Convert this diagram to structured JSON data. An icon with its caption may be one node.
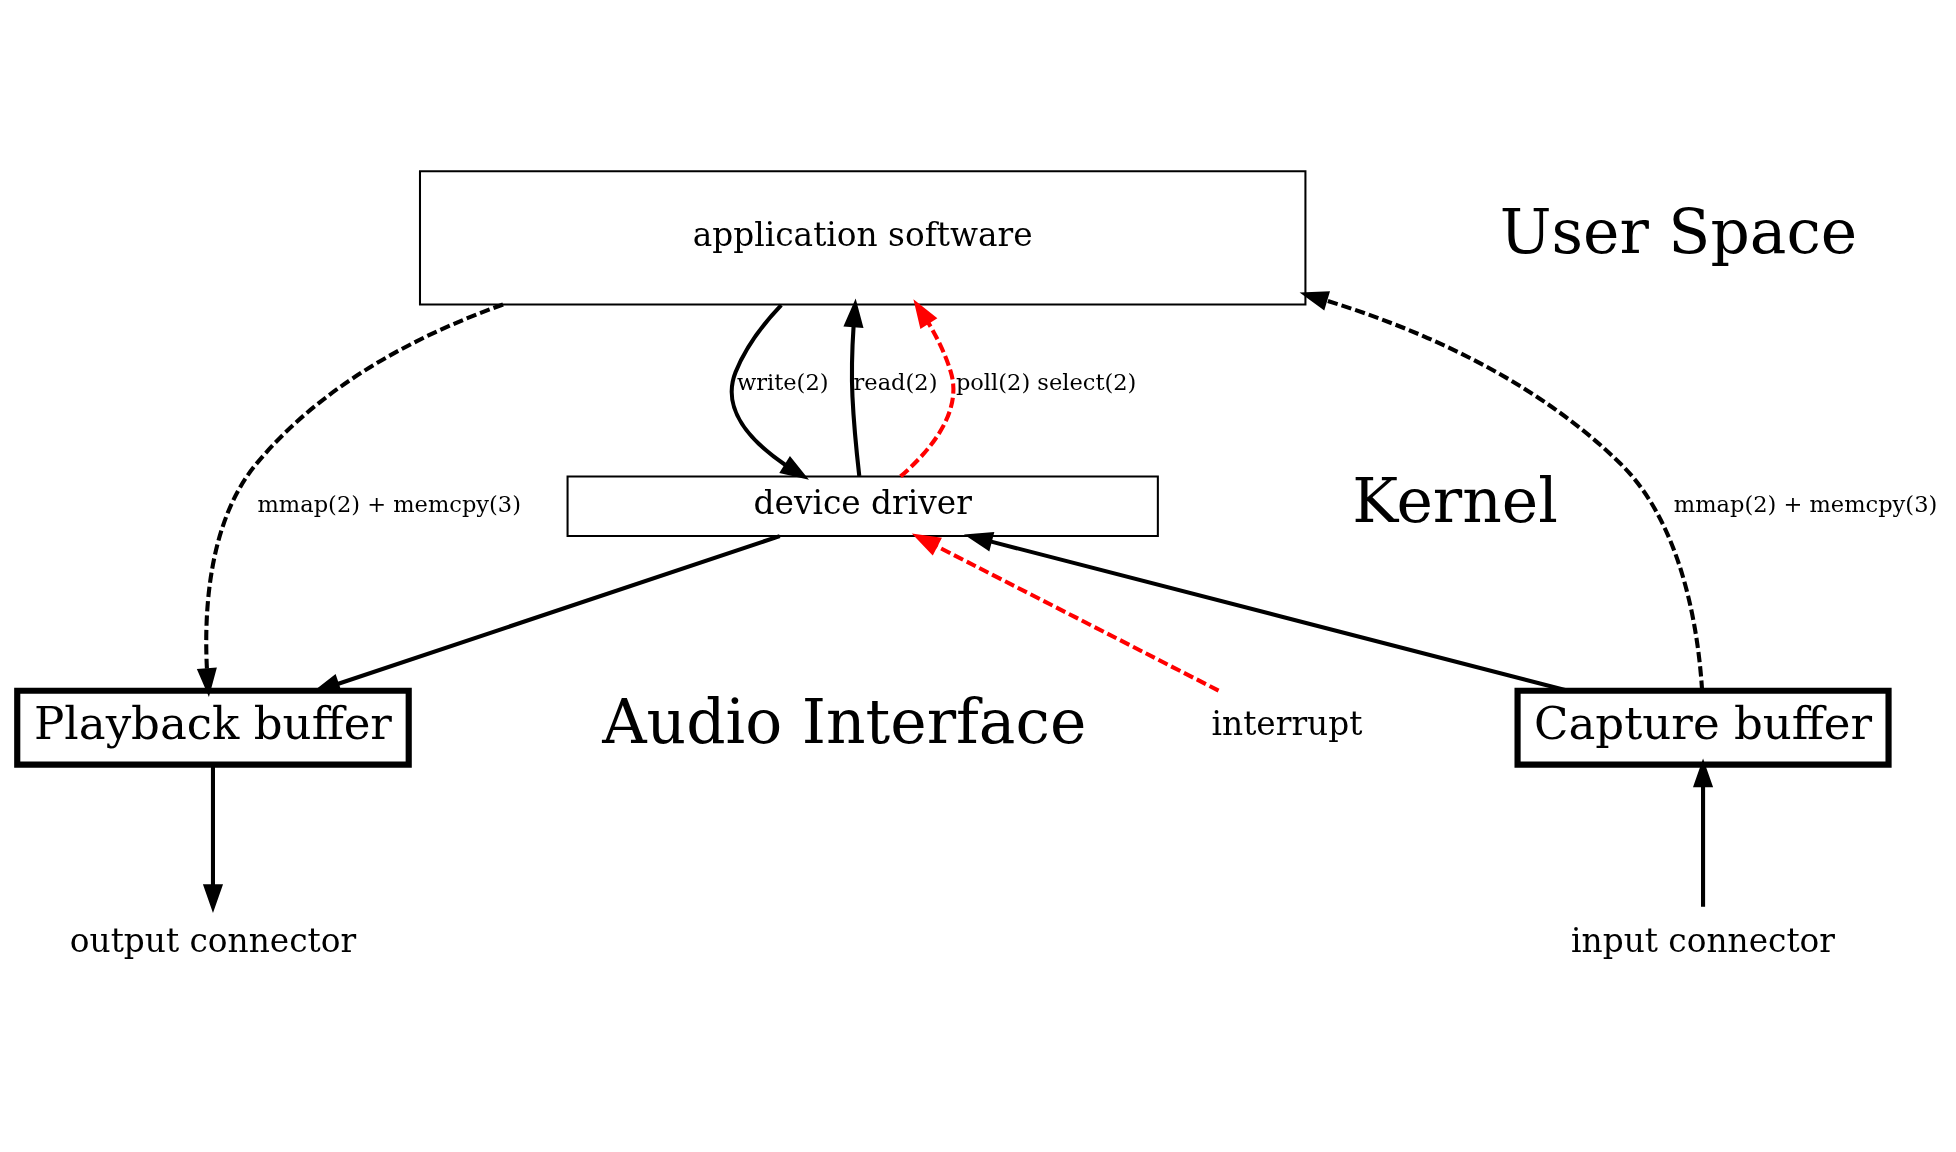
{
  "diagram": {
    "nodes": [
      {
        "text": [
          "application software"
        ]
      },
      {
        "text": [
          "device driver"
        ]
      },
      {
        "text": [
          "Capture buffer"
        ]
      },
      {
        "text": [
          "Playback buffer"
        ]
      },
      {
        "text": [
          "input connector"
        ]
      },
      {
        "text": [
          "output connector"
        ]
      },
      {
        "text": [
          "interrupt"
        ]
      }
    ],
    "edges": [
      {
        "from": 2,
        "to": 0,
        "arrow": "to",
        "label": "mmap(2) + memcpy(3)",
        "style": "dashed"
      },
      {
        "from": 1,
        "to": 0,
        "arrow": "to",
        "label": "read(2)"
      },
      {
        "from": 1,
        "to": 0,
        "arrow": "to",
        "label": "poll(2) select(2)",
        "style": "dashed",
        "color": "#ff0000"
      },
      {
        "from": 0,
        "to": 1,
        "arrow": "to",
        "label": "write(2)"
      },
      {
        "from": 0,
        "to": 3,
        "arrow": "to",
        "label": "mmap(2) + memcpy(3)",
        "style": "dashed"
      },
      {
        "from": 2,
        "to": 1,
        "arrow": "to"
      },
      {
        "from": 1,
        "to": 3,
        "arrow": "to"
      },
      {
        "from": 6,
        "to": 1,
        "arrow": "to",
        "style": "dashed",
        "color": "#ff0000"
      },
      {
        "from": 4,
        "to": 2,
        "arrow": "to"
      },
      {
        "from": 3,
        "to": 5,
        "arrow": "to"
      }
    ],
    "labels": [
      "User Space",
      "Kernel",
      "Audio Interface"
    ]
  }
}
